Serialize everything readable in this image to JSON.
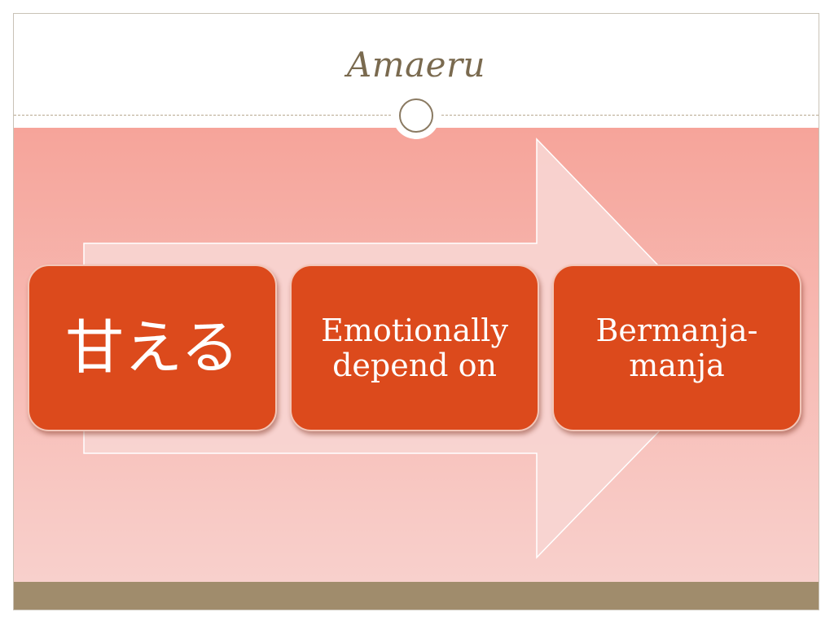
{
  "slide": {
    "title": "Amaeru"
  },
  "diagram": {
    "steps": [
      {
        "label": "甘える"
      },
      {
        "label": "Emotionally depend on"
      },
      {
        "label": "Bermanja-manja"
      }
    ]
  },
  "colors": {
    "title_text": "#7a6a4f",
    "box_fill": "#dc4a1c",
    "box_text": "#ffffff",
    "background_top": "#f6a49a",
    "background_bottom": "#f8d0cc",
    "arrow_fill": "#f7d5d1",
    "footer_bar": "#a08c6c"
  }
}
